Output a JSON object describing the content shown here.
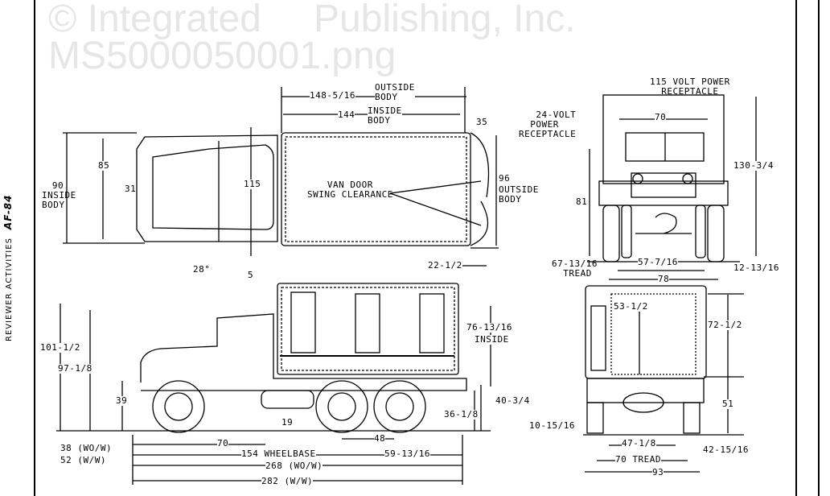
{
  "margin": {
    "section": "REVIEWER ACTIVITIES",
    "page": "AF-84"
  },
  "watermark": [
    "© Integrated",
    "Publishing, Inc.",
    "MS5000050001.png"
  ],
  "top_view": {
    "outside_body_length": "148-5/16",
    "outside_body_label": "OUTSIDE\nBODY",
    "inside_body_length": "144",
    "inside_body_label": "INSIDE\nBODY",
    "door_angle_dim": "35",
    "inside_width": "90",
    "inside_width_label": "INSIDE\nBODY",
    "cab_width": "85",
    "windshield": "31",
    "overall_width": "115",
    "swing_label": "VAN DOOR\nSWING CLEARANCE",
    "outside_width": "96",
    "outside_width_label": "OUTSIDE\nBODY",
    "door_offset": "22-1/2",
    "angle": "28°",
    "gap": "5"
  },
  "front_view": {
    "power_115": "115 VOLT POWER\n  RECEPTACLE",
    "power_24": "   24-VOLT\n  POWER\nRECEPTACLE",
    "roof_width": "70",
    "height": "130-3/4",
    "bumper_height": "81",
    "tread": "67-13/16\n  TREAD",
    "inner_width": "57-7/16",
    "tire": "12-13/16",
    "overall_width": "78"
  },
  "side_view": {
    "overall_height": "101-1/2",
    "cab_height": "97-1/8",
    "frame_height": "39",
    "inside_height": "76-13/16",
    "inside_label": "INSIDE",
    "rear_height": "40-3/4",
    "rear_frame": "36-1/8",
    "clearance": "19",
    "front_to_tank": "70",
    "tandem": "48",
    "front_overhang_a": "38 (WO/W)",
    "front_overhang_b": "52 (W/W)",
    "wheelbase": "154 WHEELBASE",
    "rear_overhang": "59-13/16",
    "length_wo": "268 (WO/W)",
    "length_w": "282 (W/W)"
  },
  "rear_view": {
    "door_width": "53-1/2",
    "door_height": "72-1/2",
    "floor_height": "51",
    "axle_clearance": "10-15/16",
    "inner": "47-1/8",
    "tire": "42-15/16",
    "tread": "70 TREAD",
    "overall": "93"
  }
}
